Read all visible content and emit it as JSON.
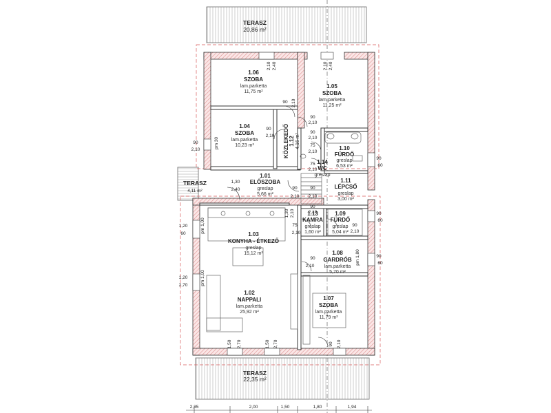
{
  "terraces": [
    {
      "id": "north",
      "label": "TERASZ",
      "area": "20,86 m²"
    },
    {
      "id": "west",
      "label": "TERASZ",
      "area": "4,11 m²"
    },
    {
      "id": "south",
      "label": "TERASZ",
      "area": "22,35 m²"
    }
  ],
  "rooms": [
    {
      "id": "1.06",
      "name": "SZOBA",
      "floor": "lam.parketta",
      "area": "11,75 m²"
    },
    {
      "id": "1.05",
      "name": "SZOBA",
      "floor": "lam.parketta",
      "area": "11,25 m²"
    },
    {
      "id": "1.04",
      "name": "SZOBA",
      "floor": "lam.parketta",
      "area": "10,23 m²"
    },
    {
      "id": "1.12",
      "name": "KÖZLEKEDŐ",
      "area": "4,16 m²"
    },
    {
      "id": "1.10",
      "name": "FÜRDŐ",
      "floor": "greslap",
      "area": "6,53 m²"
    },
    {
      "id": "1.14",
      "name": "WC",
      "floor": "greslap"
    },
    {
      "id": "1.01",
      "name": "ELŐSZOBA",
      "floor": "greslap",
      "area": "5,66 m²"
    },
    {
      "id": "1.11",
      "name": "LÉPCSŐ",
      "floor": "greslap",
      "area": "3,00 m²"
    },
    {
      "id": "1.13",
      "name": "KAMRA",
      "floor": "greslap",
      "area": "1,60 m²"
    },
    {
      "id": "1.09",
      "name": "FÜRDŐ",
      "floor": "greslap",
      "area": "5,04 m²"
    },
    {
      "id": "1.03",
      "name": "KONYHA - ÉTKEZŐ",
      "floor": "greslap",
      "area": "15,12 m²"
    },
    {
      "id": "1.08",
      "name": "GARDRÓB",
      "floor": "lam.parketta",
      "area": "5,70 m²"
    },
    {
      "id": "1.02",
      "name": "NAPPALI",
      "floor": "lam.parketta",
      "area": "25,92 m²"
    },
    {
      "id": "1.07",
      "name": "SZOBA",
      "floor": "lam.parketta",
      "area": "11,79 m²"
    }
  ],
  "openings": [
    "2,10",
    "2,40",
    "2,10",
    "2,40",
    "90",
    "2,10",
    "90",
    "2,10",
    "90",
    "2,10",
    "90",
    "2,10",
    "75",
    "2,10",
    "75",
    "2,10",
    "90",
    "2,10",
    "1,30",
    "2,40",
    "90",
    "2,10",
    "1,30",
    "2,10",
    "90",
    "2,10",
    "75",
    "2,10",
    "90",
    "2,10",
    "90",
    "2,10",
    "1,20",
    "60",
    "1,20",
    "2,70",
    "1,50",
    "2,70",
    "1,50",
    "2,70",
    "90",
    "2,10",
    "90",
    "2,10",
    "90",
    "60",
    "90",
    "60",
    "90",
    "60",
    "pm 30",
    "pm 1,00",
    "pm 1,00",
    "pm 1,80"
  ],
  "bottom_dims": [
    "2,35",
    "2,00",
    "1,50",
    "1,80",
    "1,94"
  ]
}
